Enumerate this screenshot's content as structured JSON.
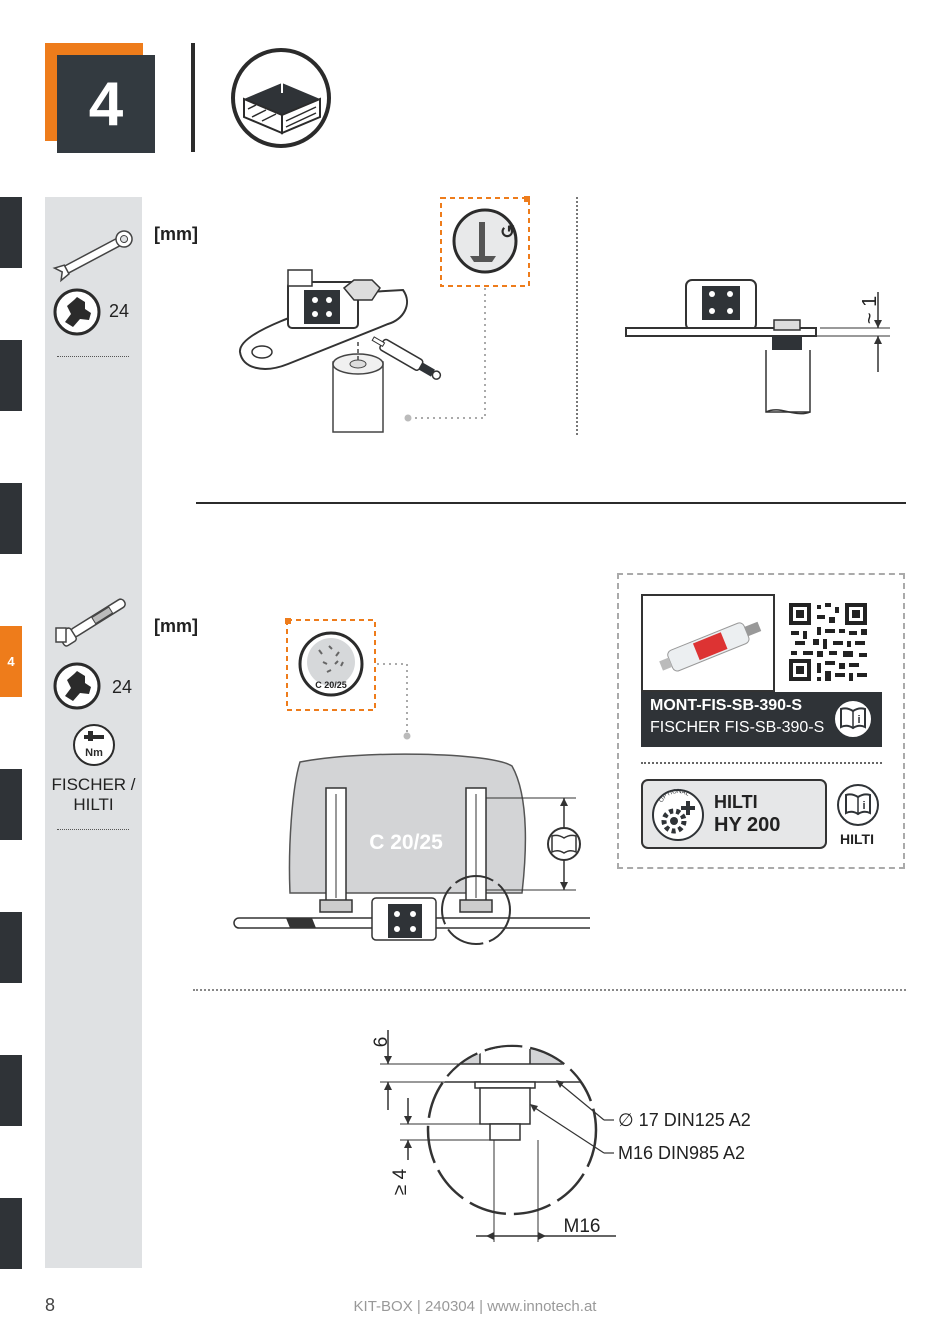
{
  "step": {
    "number": "4"
  },
  "tab_active_label": "4",
  "tools": {
    "top": {
      "torque": "24"
    },
    "bottom": {
      "torque": "24",
      "brand": "FISCHER /\nHILTI"
    }
  },
  "units_label": "[mm]",
  "concrete": {
    "badge": "C 20/25",
    "block_label": "C 20/25"
  },
  "dimensions": {
    "top_gap": "~ 1",
    "top_clearance": "6",
    "min_thread": "≥ 4",
    "bolt_size": "M16"
  },
  "callouts": {
    "washer": "∅ 17 DIN125 A2",
    "nut": "M16 DIN985 A2"
  },
  "product": {
    "code": "MONT-FIS-SB-390-S",
    "name": "FISCHER FIS-SB-390-S",
    "alt_line1": "HILTI",
    "alt_line2": "HY 200",
    "alt_label": "HILTI",
    "optional_label": "OPTIONAL"
  },
  "footer": {
    "page": "8",
    "text": "KIT-BOX | 240304 | www.innotech.at"
  },
  "colors": {
    "accent": "#ee7c1b",
    "dark": "#333a40",
    "panel": "#dfe1e3"
  }
}
